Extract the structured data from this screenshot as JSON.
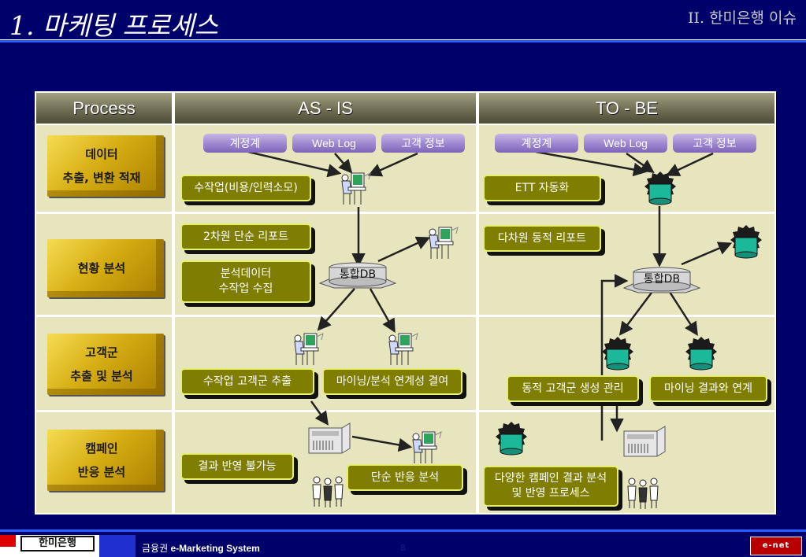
{
  "slide": {
    "title": "1. 마케팅 프로세스",
    "section": "II. 한미은행 이슈"
  },
  "table": {
    "headers": [
      "Process",
      "AS - IS",
      "TO - BE"
    ],
    "rows": [
      {
        "label": [
          "데이터",
          "추출, 변환 적재"
        ]
      },
      {
        "label": [
          "현황 분석"
        ]
      },
      {
        "label": [
          "고객군",
          "추출 및 분석"
        ]
      },
      {
        "label": [
          "캠페인",
          "반응 분석"
        ]
      }
    ]
  },
  "as_is": {
    "sources": [
      "계정계",
      "Web Log",
      "고객 정보"
    ],
    "row1_box": "수작업(비용/인력소모)",
    "row2_box1": "2차원 단순 리포트",
    "row2_box2": [
      "분석데이터",
      "수작업 수집"
    ],
    "db_label": "통합DB",
    "row3_box1": "수작업 고객군 추출",
    "row3_box2": "마이닝/분석 연계성 결여",
    "row4_box1": "결과 반영 불가능",
    "row4_box2": "단순 반응 분석"
  },
  "to_be": {
    "sources": [
      "계정계",
      "Web Log",
      "고객 정보"
    ],
    "row1_box": "ETT 자동화",
    "row2_box": "다차원 동적 리포트",
    "db_label": "통합DB",
    "row3_box1": "동적 고객군 생성 관리",
    "row3_box2": "마이닝 결과와 연계",
    "row4_box": [
      "다양한 캠페인 결과 분석",
      "및 반영 프로세스"
    ]
  },
  "footer": {
    "logo": "한미은행",
    "text_prefix": "금융권 ",
    "text_bold": "e-Marketing System",
    "page": "8",
    "corp": "e-net"
  },
  "colors": {
    "background": "#00006b",
    "header": "#6f6d52",
    "cell": "#e7e5bd",
    "label_gold": "#d6ad12",
    "box_olive": "#7f7e00",
    "box_border": "#e6f06c",
    "source_purple": "#9d86cf",
    "gear_teal": "#1bb89a"
  },
  "icons": [
    "person-computer-icon",
    "gear-icon",
    "database-icon",
    "server-icon",
    "people-icon"
  ]
}
